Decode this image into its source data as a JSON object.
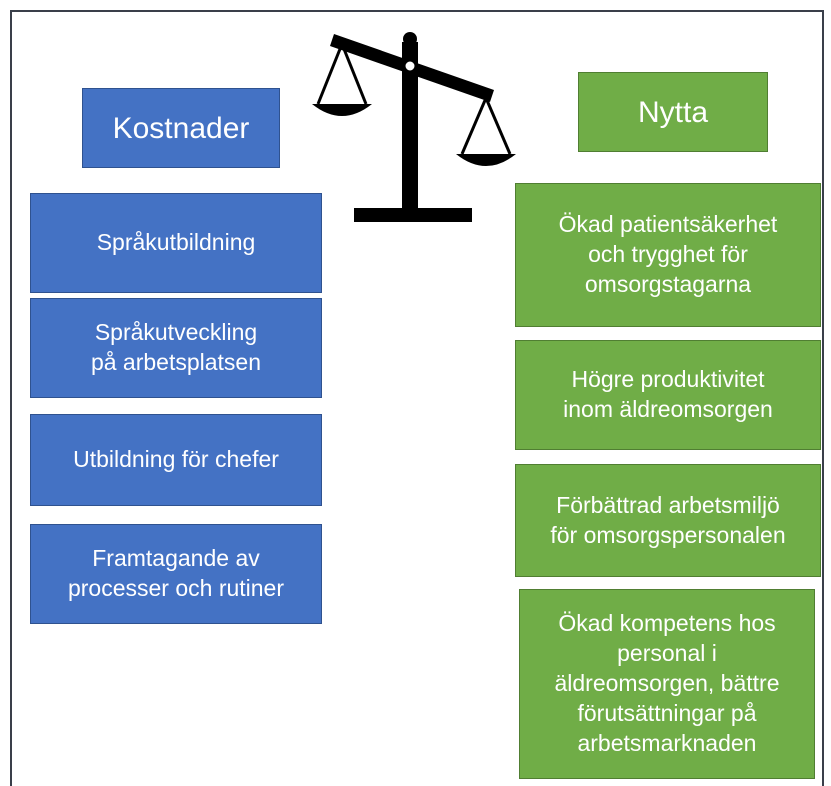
{
  "costs": {
    "header": "Kostnader",
    "items": [
      "Språkutbildning",
      "Språkutveckling\npå arbetsplatsen",
      "Utbildning för chefer",
      "Framtagande av\nprocesser och rutiner"
    ]
  },
  "benefits": {
    "header": "Nytta",
    "items": [
      "Ökad patientsäkerhet\noch trygghet för\nomsorgstagarna",
      "Högre produktivitet\ninom äldreomsorgen",
      "Förbättrad arbetsmiljö\nför omsorgspersonalen",
      "Ökad kompetens hos\npersonal i\näldreomsorgen, bättre\nförutsättningar på\narbetsmarknaden"
    ]
  },
  "icons": {
    "scale": "balance-scale-icon"
  },
  "colors": {
    "cost_fill": "#4472c4",
    "cost_border": "#2f528f",
    "benefit_fill": "#70ad47",
    "benefit_border": "#507e32",
    "icon": "#000000"
  }
}
